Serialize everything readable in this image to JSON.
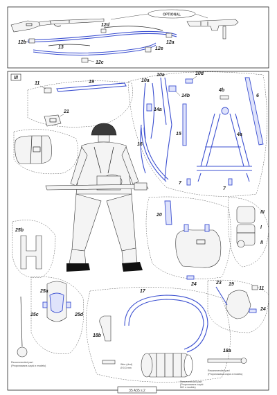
{
  "optional_label": "OPTIONAL",
  "section_marker": "III",
  "footer_code": "35 A35 s.2",
  "notes": {
    "wire": [
      "Wire (drut)",
      "Ø 0,3 mm"
    ],
    "rivet_18": [
      "Recommended part",
      "(Proponowana część z modelu)"
    ],
    "rivet_25": [
      "Recommended part",
      "(Proponowana część z modelu)"
    ],
    "canteen_small": [
      "Recommended part",
      "(Proponowana część",
      "MG z modelu)"
    ]
  },
  "callouts": {
    "p12b": "12b",
    "p13": "13",
    "p12c": "12c",
    "p12d": "12d",
    "p12e": "12e",
    "p12a": "12a",
    "p11": "11",
    "p19": "19",
    "p21": "21",
    "p10a": "10a",
    "p10a2": "10a",
    "p10d": "10d",
    "p14a": "14a",
    "p14b": "14b",
    "p4b": "4b",
    "p6": "6",
    "p4a": "4a",
    "p15": "15",
    "p16": "16",
    "p7a": "7",
    "p7b": "7",
    "p20": "20",
    "p24a": "24",
    "p25b": "25b",
    "p25a": "25a",
    "p25c": "25c",
    "p25d": "25d",
    "p17": "17",
    "p18b": "18b",
    "p18a": "18a",
    "p23": "23",
    "p19b": "19",
    "p11b": "11",
    "p24b": "24",
    "roman3": "III",
    "roman1": "I",
    "roman2": "II"
  }
}
